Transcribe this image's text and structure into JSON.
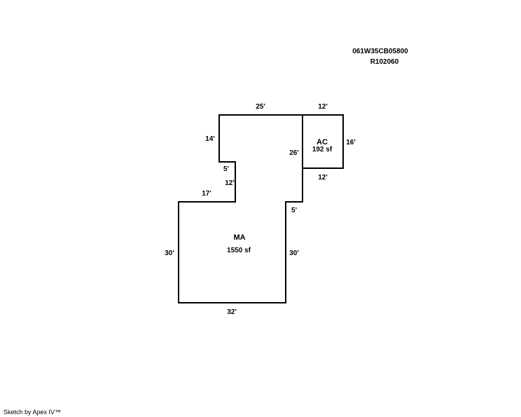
{
  "parcel": {
    "id": "061W35CB05800",
    "ref": "R102060"
  },
  "areas": {
    "main": {
      "code": "MA",
      "size": "1550 sf"
    },
    "ac": {
      "code": "AC",
      "size": "192 sf"
    }
  },
  "dimensions": {
    "ma_top": "25'",
    "ma_left_upper": "14'",
    "ma_notch_top": "5'",
    "ma_notch_side": "12'",
    "ma_step": "17'",
    "ma_left": "30'",
    "ma_bottom": "32'",
    "ma_right": "30'",
    "ma_right_step": "5'",
    "ma_right_upper": "26'",
    "ac_top": "12'",
    "ac_right": "16'",
    "ac_bottom": "12'"
  },
  "footer": {
    "credit": "Sketch by Apex IV™"
  },
  "colors": {
    "line": "#000000",
    "background": "#ffffff"
  }
}
